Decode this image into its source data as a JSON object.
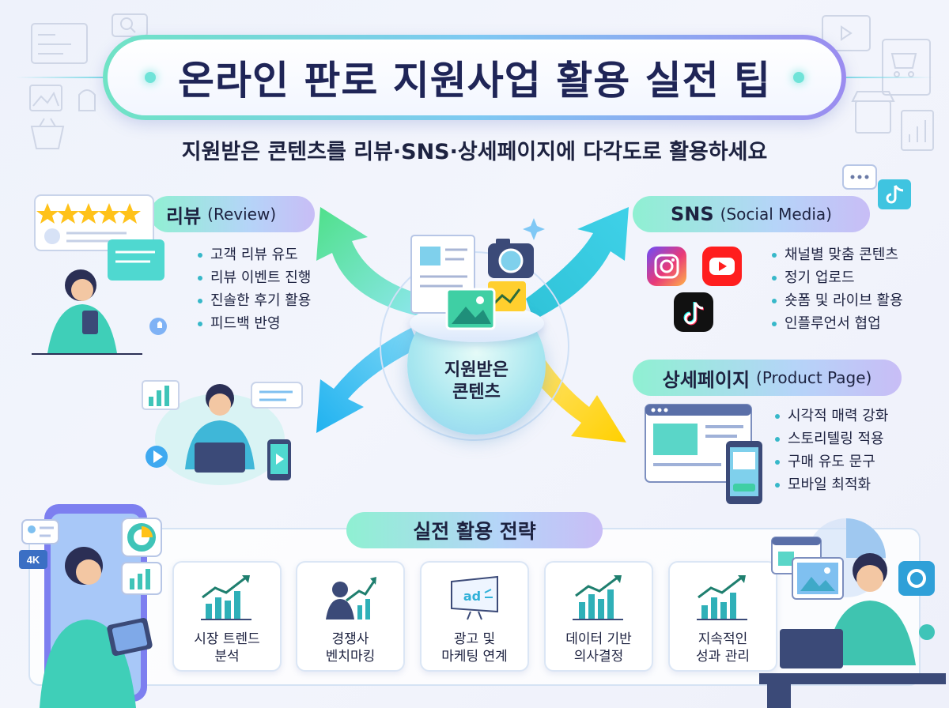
{
  "title": "온라인 판로 지원사업 활용 실전 팁",
  "subtitle": "지원받은 콘텐츠를 리뷰·SNS·상세페이지에 다각도로 활용하세요",
  "center": {
    "label_line1": "지원받은",
    "label_line2": "콘텐츠"
  },
  "review": {
    "title": "리뷰",
    "title_en": "(Review)",
    "items": [
      "고객 리뷰 유도",
      "리뷰 이벤트 진행",
      "진솔한 후기 활용",
      "피드백 반영"
    ]
  },
  "sns": {
    "title": "SNS",
    "title_en": "(Social Media)",
    "items": [
      "채널별 맞춤 콘텐츠",
      "정기 업로드",
      "숏폼 및 라이브 활용",
      "인플루언서 협업"
    ],
    "apps": [
      "instagram-icon",
      "youtube-icon",
      "tiktok-icon"
    ]
  },
  "product": {
    "title": "상세페이지",
    "title_en": "(Product Page)",
    "items": [
      "시각적 매력 강화",
      "스토리텔링 적용",
      "구매 유도 문구",
      "모바일 최적화"
    ]
  },
  "strategy": {
    "title": "실전 활용 전략",
    "cards": [
      {
        "line1": "시장 트렌드",
        "line2": "분석",
        "icon": "trend-chart-icon"
      },
      {
        "line1": "경쟁사",
        "line2": "벤치마킹",
        "icon": "competitor-icon"
      },
      {
        "line1": "광고 및",
        "line2": "마케팅 연계",
        "icon": "ad-screen-icon"
      },
      {
        "line1": "데이터 기반",
        "line2": "의사결정",
        "icon": "data-chart-icon"
      },
      {
        "line1": "지속적인",
        "line2": "성과 관리",
        "icon": "performance-chart-icon"
      }
    ]
  },
  "phone_badge": "4K",
  "ad_text": "ad",
  "colors": {
    "accent_mint": "#8ff0d2",
    "accent_blue": "#7ec9f2",
    "accent_purple": "#9b8cf0",
    "arrow_yellow": "#ffd21e",
    "arrow_cyan": "#2fb8f0",
    "text_dark": "#1d2240"
  }
}
